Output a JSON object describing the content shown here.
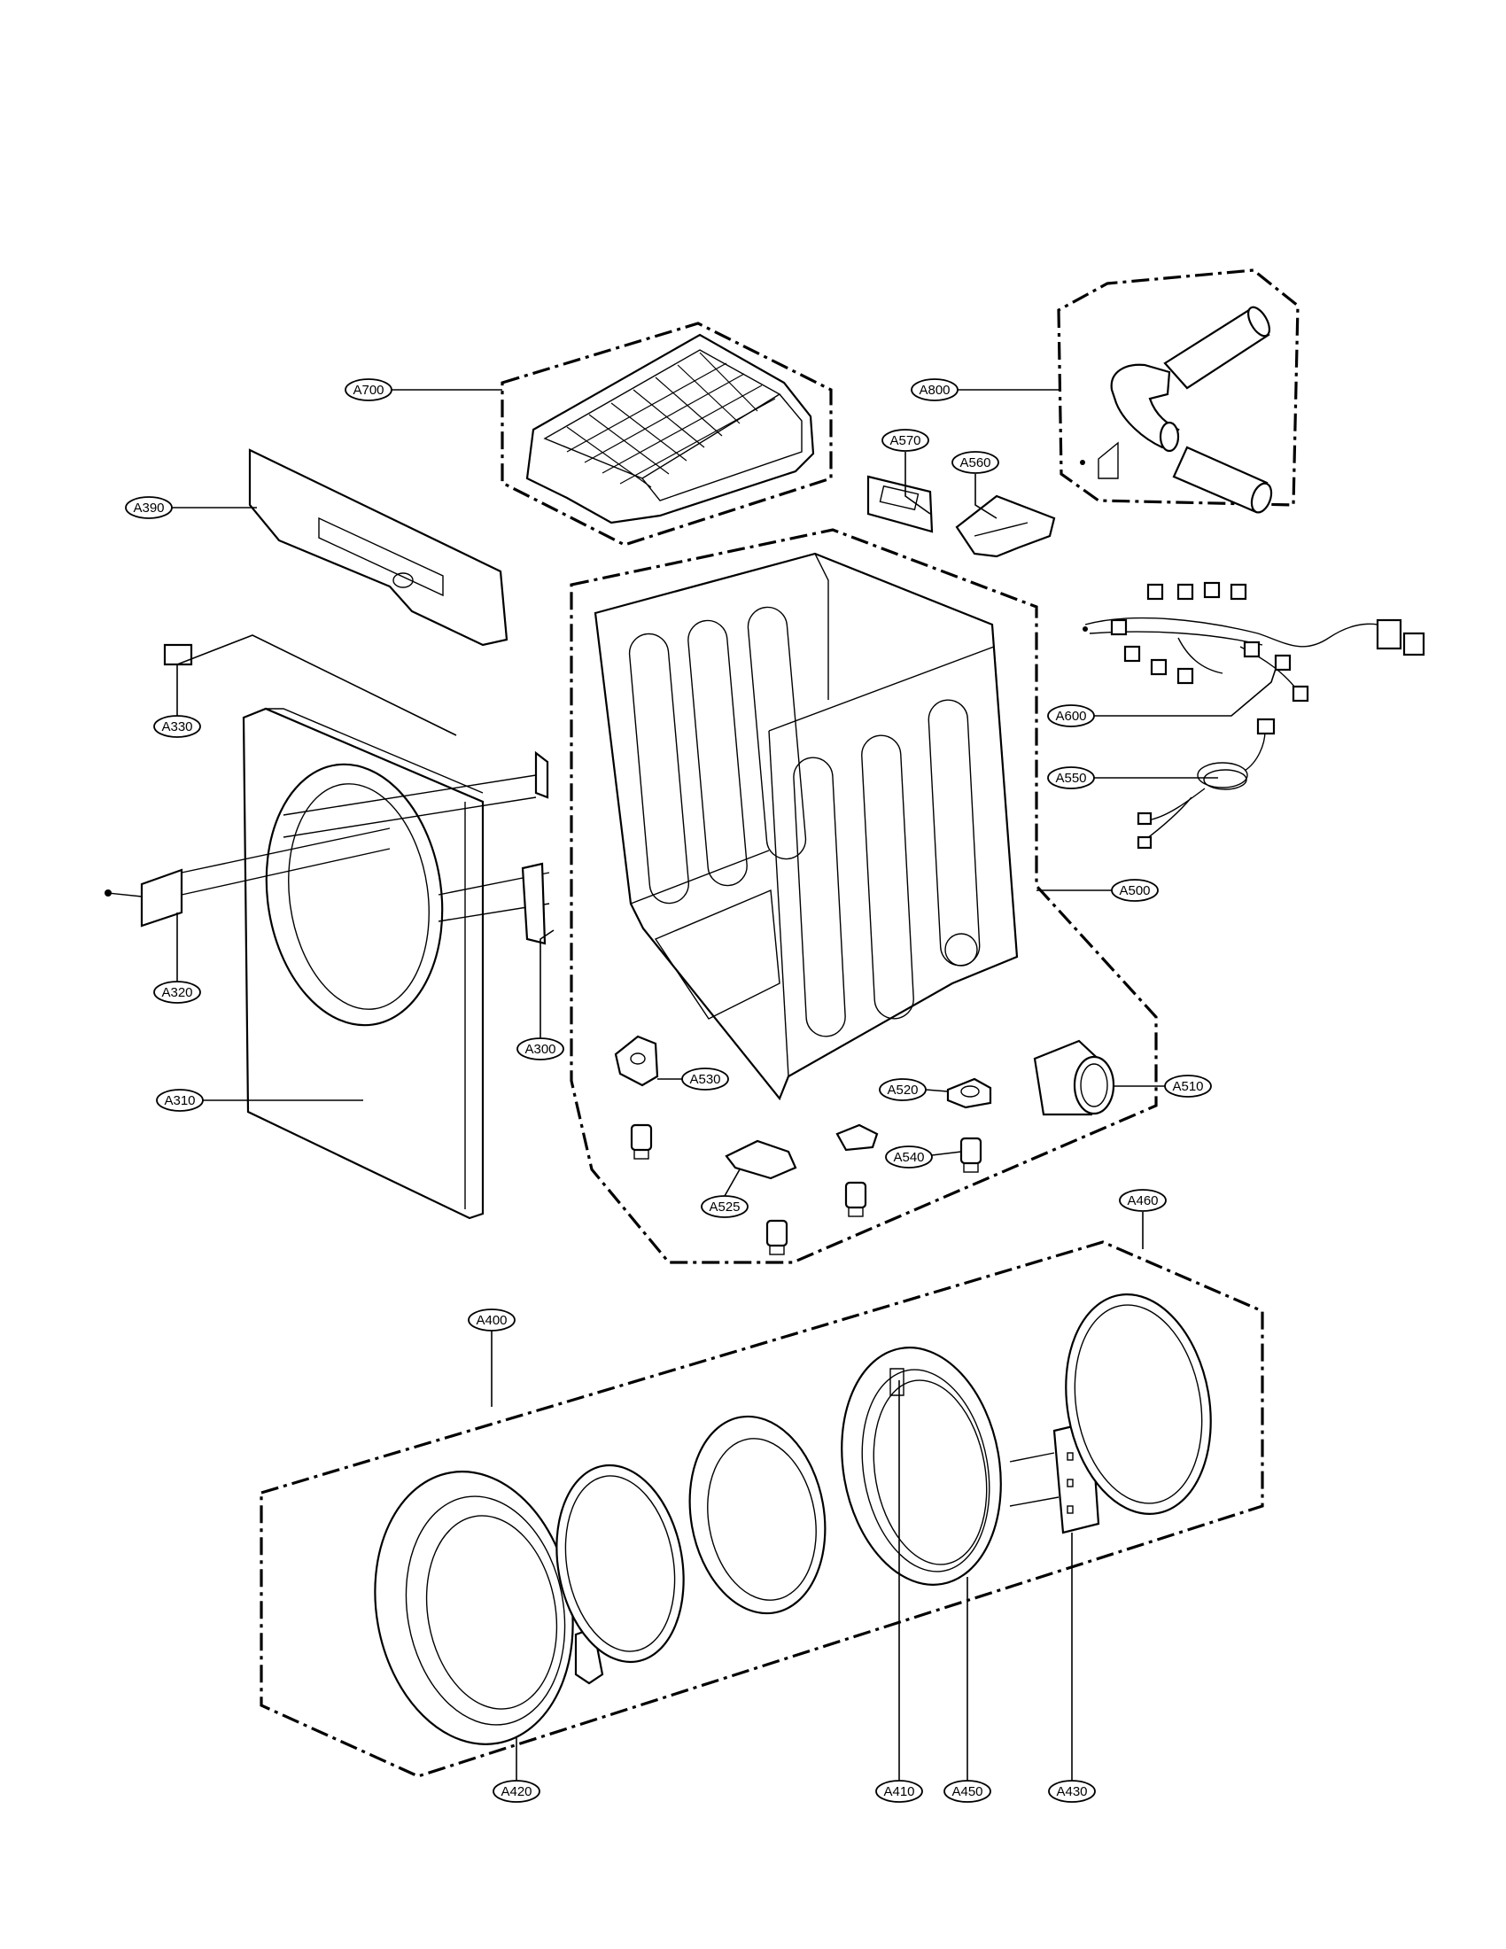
{
  "callouts": [
    {
      "id": "A700"
    },
    {
      "id": "A800"
    },
    {
      "id": "A570"
    },
    {
      "id": "A560"
    },
    {
      "id": "A390"
    },
    {
      "id": "A330"
    },
    {
      "id": "A600"
    },
    {
      "id": "A550"
    },
    {
      "id": "A500"
    },
    {
      "id": "A320"
    },
    {
      "id": "A300"
    },
    {
      "id": "A310"
    },
    {
      "id": "A530"
    },
    {
      "id": "A520"
    },
    {
      "id": "A510"
    },
    {
      "id": "A540"
    },
    {
      "id": "A525"
    },
    {
      "id": "A460"
    },
    {
      "id": "A400"
    },
    {
      "id": "A420"
    },
    {
      "id": "A410"
    },
    {
      "id": "A450"
    },
    {
      "id": "A430"
    }
  ]
}
